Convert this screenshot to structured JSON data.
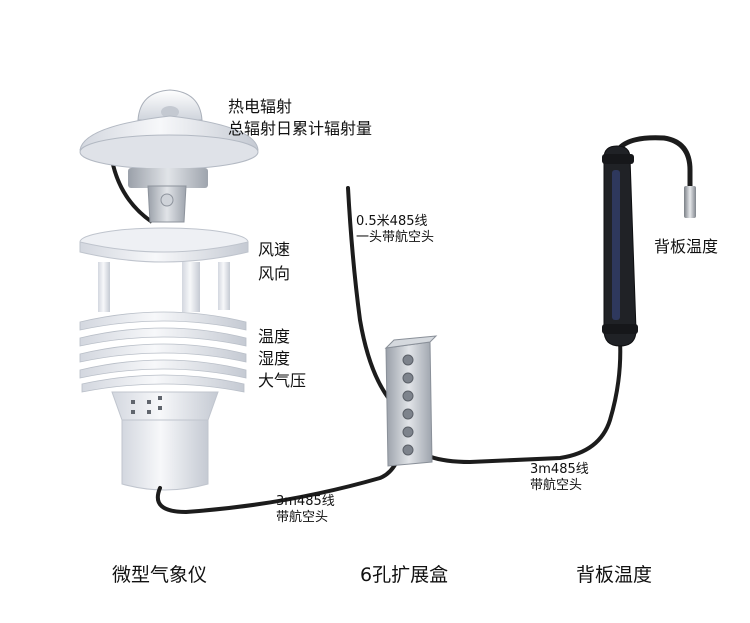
{
  "labels": {
    "radiation": [
      "热电辐射",
      "总辐射日累计辐射量"
    ],
    "wind": [
      "风速",
      "风向"
    ],
    "climate": [
      "温度",
      "湿度",
      "大气压"
    ],
    "cable_top": [
      "0.5米485线",
      "一头带航空头"
    ],
    "backboard": "背板温度",
    "cable_left": [
      "3m485线",
      "带航空头"
    ],
    "cable_right": [
      "3m485线",
      "带航空头"
    ]
  },
  "captions": {
    "weather_station": "微型气象仪",
    "extension_box": "6孔扩展盒",
    "backboard_temp": "背板温度"
  },
  "colors": {
    "device_white": "#eef0f4",
    "device_shade": "#c9ced8",
    "cable": "#1c1c1c",
    "box_metal": "#b9bec6"
  }
}
